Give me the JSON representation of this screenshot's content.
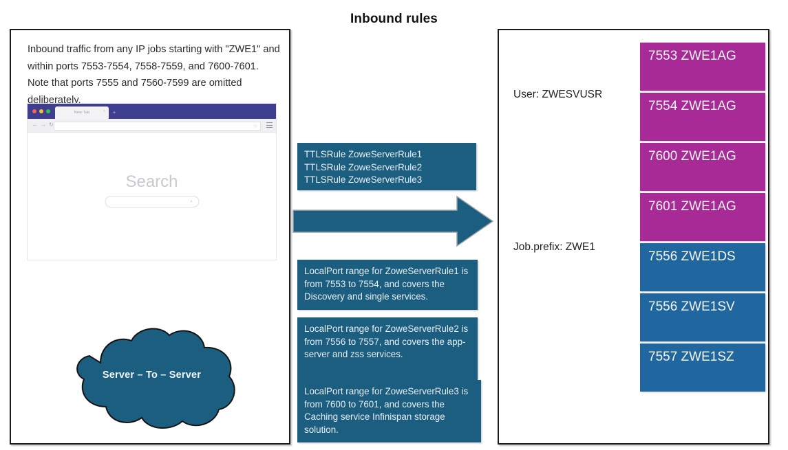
{
  "title": "Inbound rules",
  "colors": {
    "panel_border": "#1a1a1a",
    "box_teal": "#1b5e80",
    "cloud_teal": "#1b5e80",
    "port_magenta": "#a82a96",
    "port_blue": "#21679f",
    "browser_chrome": "#3f3d8f"
  },
  "left_panel": {
    "description": "Inbound traffic from any IP jobs starting with \"ZWE1\" and within ports 7553-7554, 7558-7559, and 7600-7601. Note that ports 7555 and 7560-7599 are omitted deliberately.",
    "browser": {
      "tab_label": "New Tab",
      "tab_close_glyph": "×",
      "new_tab_glyph": "+",
      "back_glyph": "←",
      "forward_glyph": "→",
      "reload_glyph": "↻",
      "star_glyph": "☆",
      "search_label": "Search",
      "search_glyph": "⌕",
      "address_value": ""
    },
    "cloud_label": "Server – To – Server"
  },
  "middle": {
    "ttls_rules": "TTLSRule ZoweServerRule1\nTTLSRule ZoweServerRule2\nTTLSRule ZoweServerRule3",
    "rule1_description": "LocalPort range for ZoweServerRule1 is from 7553 to 7554, and covers the Discovery and single services.",
    "rule2_description": "LocalPort range for ZoweServerRule2 is from 7556 to 7557, and covers the app-server and zss services.",
    "rule3_description": "LocalPort range for ZoweServerRule3 is from 7600 to 7601, and covers the Caching service Infinispan storage solution.",
    "arrow_direction": "right"
  },
  "right_panel": {
    "user_label": "User: ZWESVUSR",
    "jobprefix_label": "Job.prefix: ZWE1",
    "port_boxes": [
      {
        "label": "7553 ZWE1AG",
        "port": "7553",
        "job": "ZWE1AG",
        "color": "magenta"
      },
      {
        "label": "7554 ZWE1AG",
        "port": "7554",
        "job": "ZWE1AG",
        "color": "magenta"
      },
      {
        "label": "7600 ZWE1AG",
        "port": "7600",
        "job": "ZWE1AG",
        "color": "magenta"
      },
      {
        "label": "7601 ZWE1AG",
        "port": "7601",
        "job": "ZWE1AG",
        "color": "magenta"
      },
      {
        "label": "7556 ZWE1DS",
        "port": "7556",
        "job": "ZWE1DS",
        "color": "blue"
      },
      {
        "label": "7556 ZWE1SV",
        "port": "7556",
        "job": "ZWE1SV",
        "color": "blue"
      },
      {
        "label": "7557 ZWE1SZ",
        "port": "7557",
        "job": "ZWE1SZ",
        "color": "blue"
      }
    ]
  }
}
